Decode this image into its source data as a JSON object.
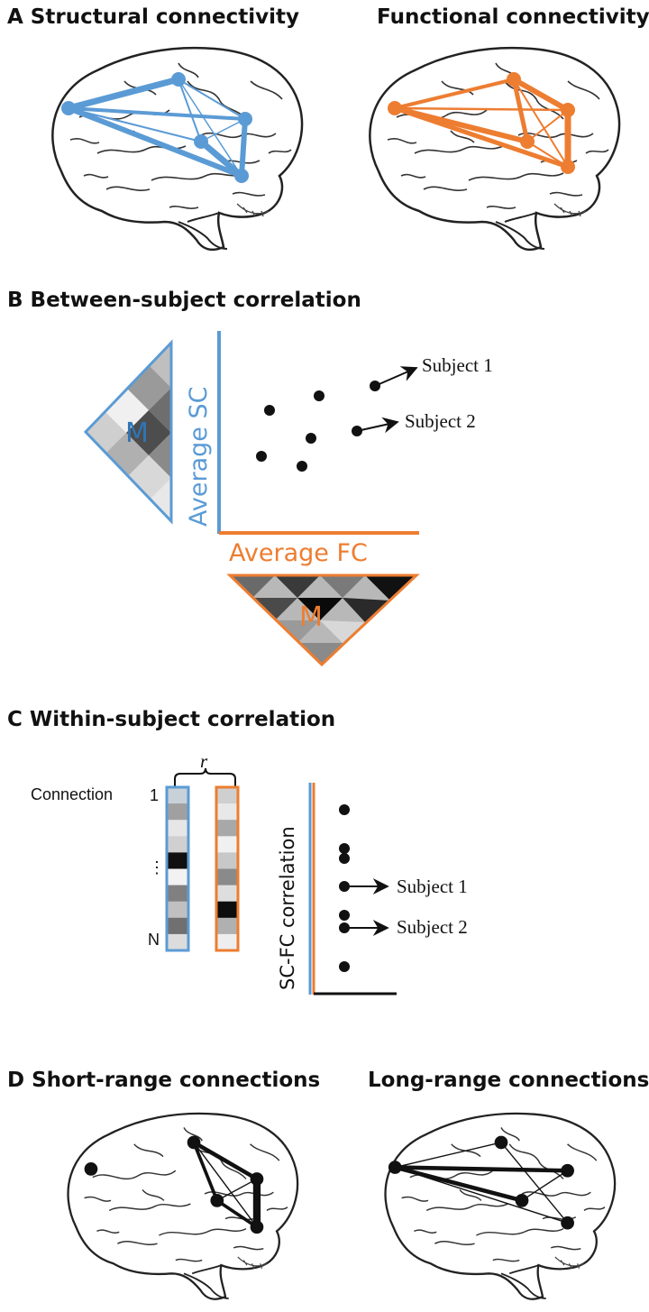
{
  "colors": {
    "sc": "#5b9bd5",
    "fc": "#ed7d31",
    "ink": "#111111"
  },
  "panelA": {
    "left_title": "A Structural connectivity",
    "right_title": "Functional connectivity"
  },
  "panelB": {
    "title": "B Between-subject correlation",
    "y_axis_label": "Average SC",
    "x_axis_label": "Average FC",
    "matrix_label_sc": "M",
    "matrix_label_fc": "M",
    "subject1_label": "Subject 1",
    "subject2_label": "Subject 2"
  },
  "panelC": {
    "title": "C Within-subject correlation",
    "r_label": "r",
    "connection_label": "Connection",
    "row_first": "1",
    "row_ellipsis": "⋮",
    "row_last": "N",
    "y_axis_label": "SC-FC correlation",
    "subject1_label": "Subject 1",
    "subject2_label": "Subject 2",
    "sc_vector_shades": [
      "#c8d0d8",
      "#a0a0a0",
      "#e6e6e6",
      "#d0d0d0",
      "#101010",
      "#f2f2f2",
      "#808080",
      "#c0c0c0",
      "#707070",
      "#dcdcdc"
    ],
    "fc_vector_shades": [
      "#cfcfcf",
      "#e8e8e8",
      "#a8a8a8",
      "#f0f0f0",
      "#c8c8c8",
      "#8a8a8a",
      "#dedede",
      "#0d0d0d",
      "#b0b0b0",
      "#eeeeee"
    ]
  },
  "panelD": {
    "left_title": "D Short-range connections",
    "right_title": "Long-range connections"
  }
}
